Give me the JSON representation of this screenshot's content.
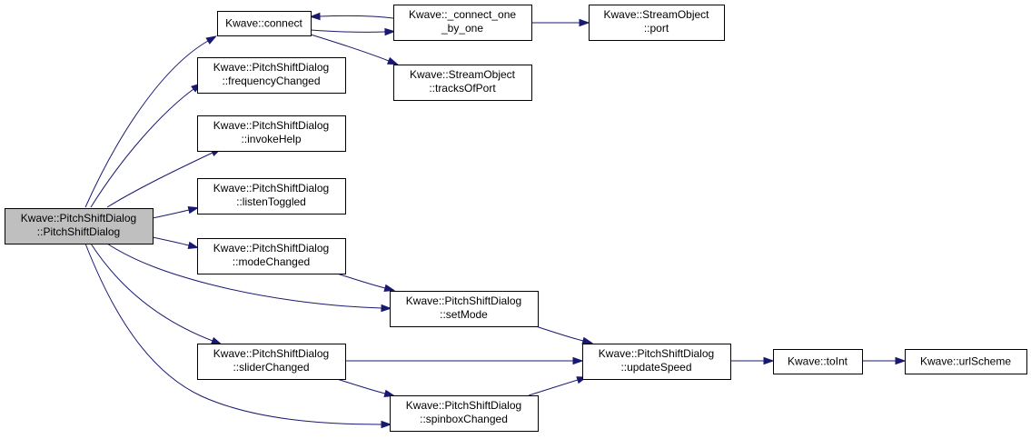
{
  "graph": {
    "nodes": [
      {
        "id": "root",
        "lines": [
          "Kwave::PitchShiftDialog",
          "::PitchShiftDialog"
        ],
        "highlight": true
      },
      {
        "id": "connect",
        "lines": [
          "Kwave::connect"
        ]
      },
      {
        "id": "connect_one",
        "lines": [
          "Kwave::_connect_one",
          "_by_one"
        ]
      },
      {
        "id": "so_port",
        "lines": [
          "Kwave::StreamObject",
          "::port"
        ]
      },
      {
        "id": "so_tracks",
        "lines": [
          "Kwave::StreamObject",
          "::tracksOfPort"
        ]
      },
      {
        "id": "freq",
        "lines": [
          "Kwave::PitchShiftDialog",
          "::frequencyChanged"
        ]
      },
      {
        "id": "help",
        "lines": [
          "Kwave::PitchShiftDialog",
          "::invokeHelp"
        ]
      },
      {
        "id": "listen",
        "lines": [
          "Kwave::PitchShiftDialog",
          "::listenToggled"
        ]
      },
      {
        "id": "mode",
        "lines": [
          "Kwave::PitchShiftDialog",
          "::modeChanged"
        ]
      },
      {
        "id": "setmode",
        "lines": [
          "Kwave::PitchShiftDialog",
          "::setMode"
        ]
      },
      {
        "id": "slider",
        "lines": [
          "Kwave::PitchShiftDialog",
          "::sliderChanged"
        ]
      },
      {
        "id": "spin",
        "lines": [
          "Kwave::PitchShiftDialog",
          "::spinboxChanged"
        ]
      },
      {
        "id": "update",
        "lines": [
          "Kwave::PitchShiftDialog",
          "::updateSpeed"
        ]
      },
      {
        "id": "toint",
        "lines": [
          "Kwave::toInt"
        ]
      },
      {
        "id": "url",
        "lines": [
          "Kwave::urlScheme"
        ]
      }
    ],
    "edges": [
      {
        "from": "root",
        "to": "connect"
      },
      {
        "from": "root",
        "to": "freq"
      },
      {
        "from": "root",
        "to": "help"
      },
      {
        "from": "root",
        "to": "listen"
      },
      {
        "from": "root",
        "to": "mode"
      },
      {
        "from": "root",
        "to": "setmode"
      },
      {
        "from": "root",
        "to": "slider"
      },
      {
        "from": "root",
        "to": "spin"
      },
      {
        "from": "connect",
        "to": "connect_one"
      },
      {
        "from": "connect",
        "to": "so_tracks"
      },
      {
        "from": "connect_one",
        "to": "connect"
      },
      {
        "from": "connect_one",
        "to": "so_port"
      },
      {
        "from": "mode",
        "to": "setmode"
      },
      {
        "from": "setmode",
        "to": "update"
      },
      {
        "from": "slider",
        "to": "update"
      },
      {
        "from": "slider",
        "to": "spin"
      },
      {
        "from": "spin",
        "to": "update"
      },
      {
        "from": "update",
        "to": "toint"
      },
      {
        "from": "toint",
        "to": "url"
      }
    ]
  }
}
